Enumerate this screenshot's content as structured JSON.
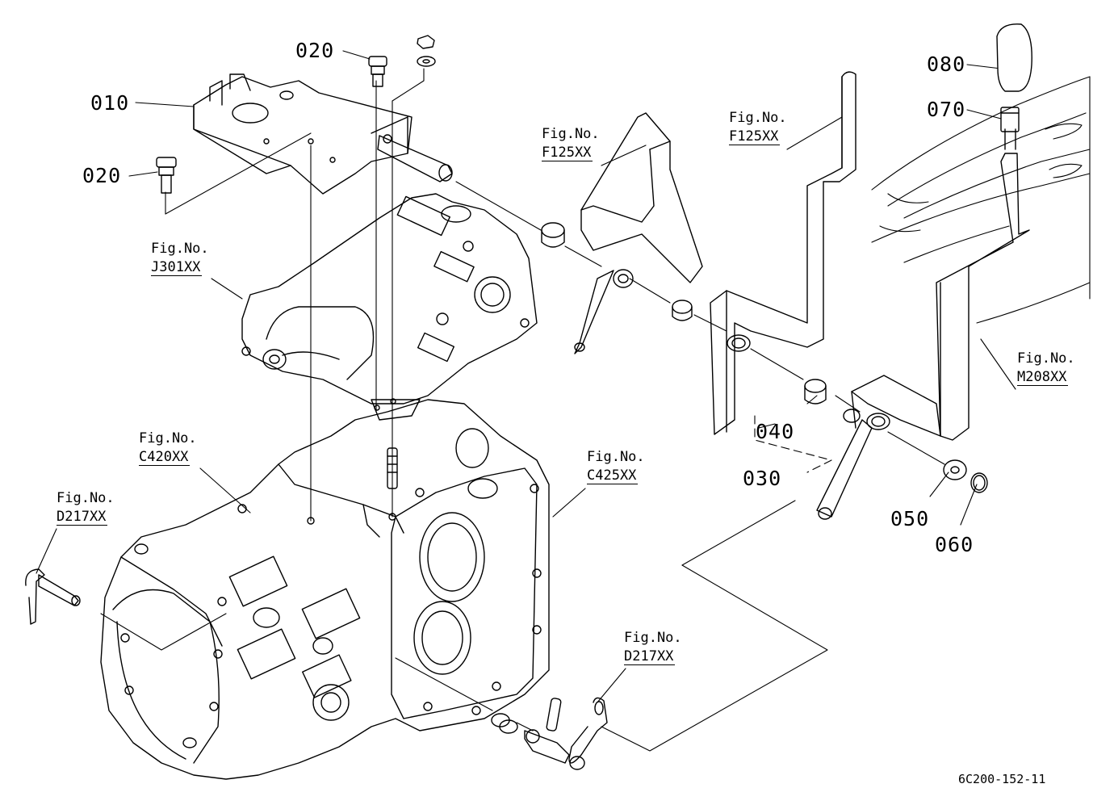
{
  "diagram": {
    "parts": [
      "010",
      "020",
      "020",
      "030",
      "040",
      "050",
      "060",
      "070",
      "080"
    ],
    "fig_refs": [
      {
        "prefix": "Fig.No.",
        "code": "J301XX"
      },
      {
        "prefix": "Fig.No.",
        "code": "F125XX"
      },
      {
        "prefix": "Fig.No.",
        "code": "F125XX"
      },
      {
        "prefix": "Fig.No.",
        "code": "M208XX"
      },
      {
        "prefix": "Fig.No.",
        "code": "C420XX"
      },
      {
        "prefix": "Fig.No.",
        "code": "C425XX"
      },
      {
        "prefix": "Fig.No.",
        "code": "D217XX"
      },
      {
        "prefix": "Fig.No.",
        "code": "D217XX"
      }
    ],
    "drawing_code": "6C200-152-11"
  }
}
